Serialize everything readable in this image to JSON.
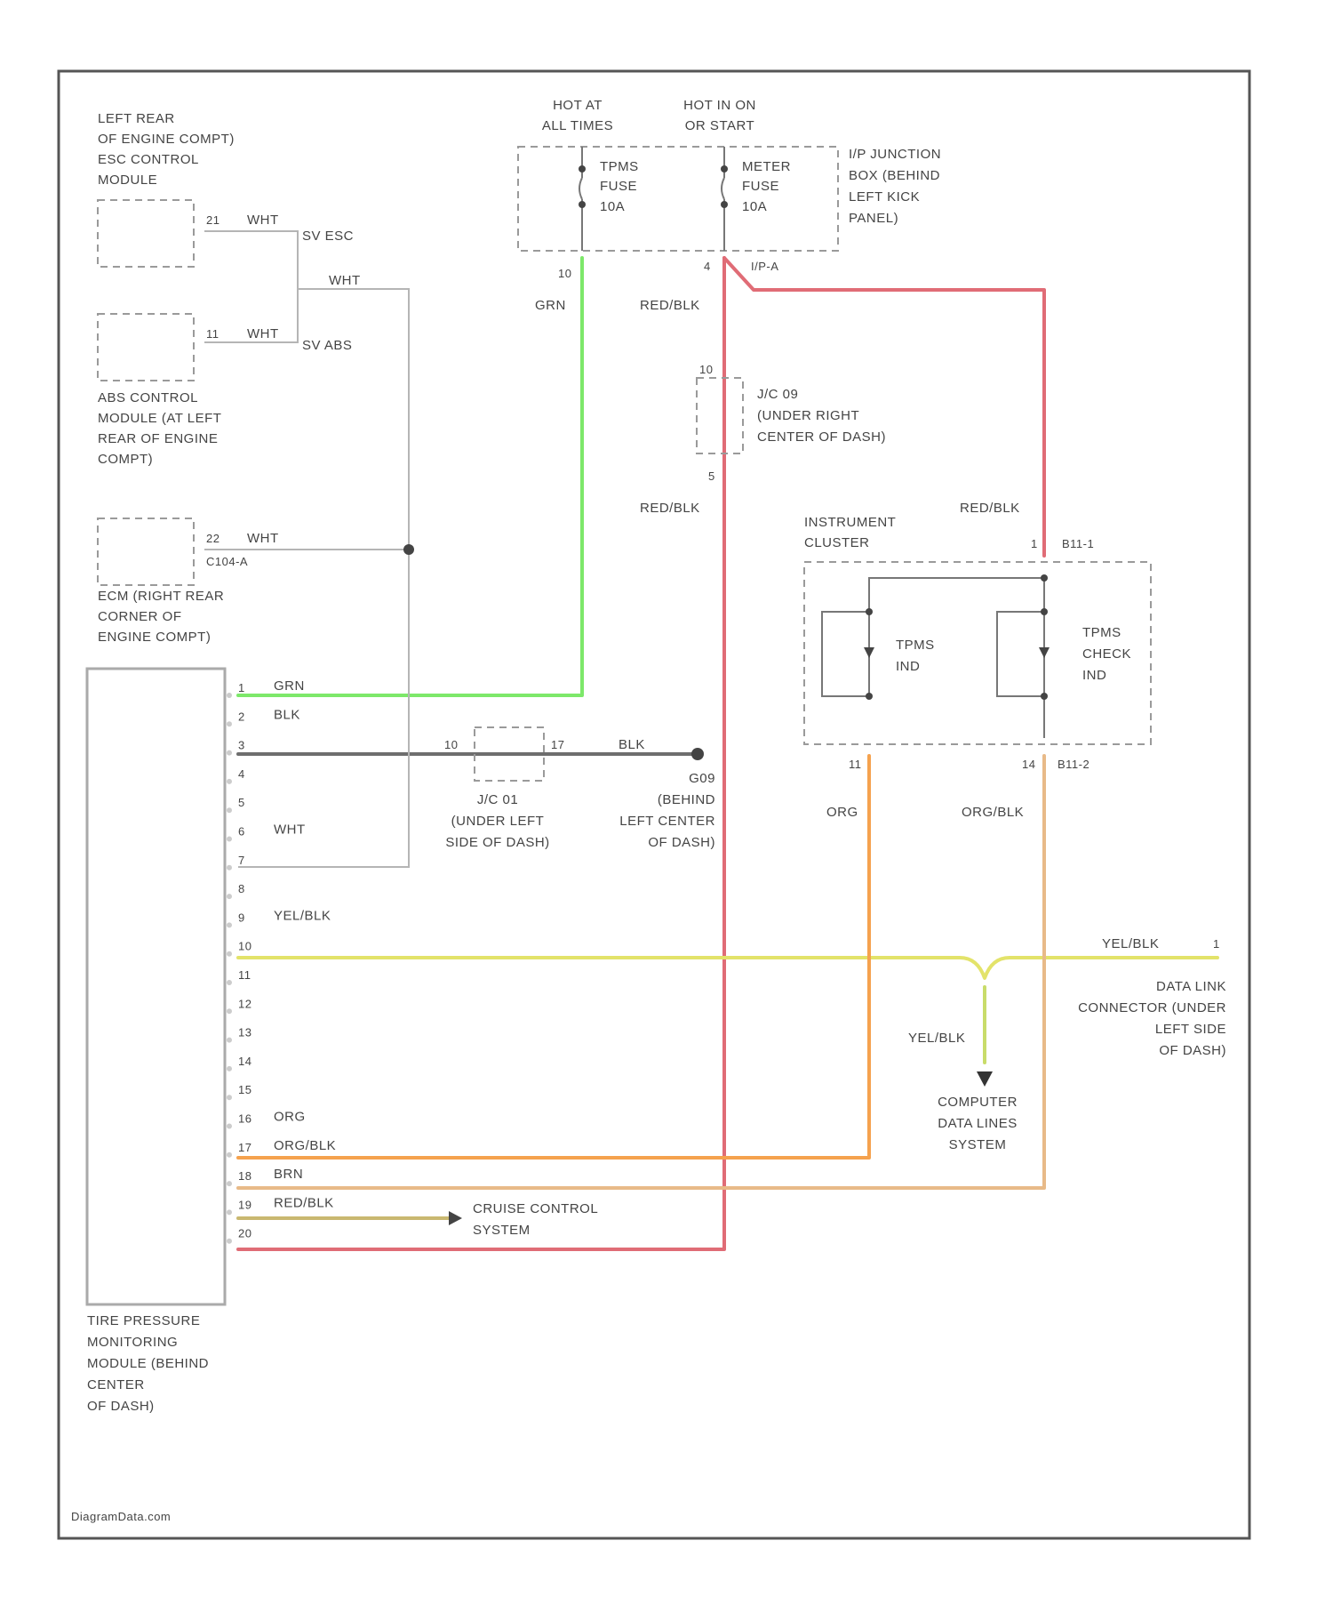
{
  "colors": {
    "background": "#ffffff",
    "grn": "#7de86a",
    "red_blk": "#e06c76",
    "blk": "#6e6e6e",
    "yel_blk": "#e3e36a",
    "org": "#f5a24e",
    "org_blk": "#e8ba88",
    "brn": "#c9b870",
    "wht": "#cfcfcf"
  },
  "header": {
    "hot_at_all_times": [
      "HOT AT",
      "ALL TIMES"
    ],
    "hot_in_on": [
      "HOT IN ON",
      "OR START"
    ]
  },
  "fuses": {
    "tpms": [
      "TPMS",
      "FUSE",
      "10A"
    ],
    "meter": [
      "METER",
      "FUSE",
      "10A"
    ],
    "pin_tpms": "10",
    "pin_meter": "4",
    "connector_meter": "I/P-A"
  },
  "junction_box": [
    "I/P JUNCTION",
    "BOX (BEHIND",
    "LEFT KICK",
    "PANEL)"
  ],
  "wire_labels": {
    "grn_top": "GRN",
    "red_blk_top": "RED/BLK",
    "red_blk_mid": "RED/BLK",
    "red_blk_right": "RED/BLK",
    "org": "ORG",
    "org_blk": "ORG/BLK",
    "yel_blk_right": "YEL/BLK",
    "yel_blk_down": "YEL/BLK",
    "blk_ground": "BLK",
    "wht_top": "WHT",
    "wht_mid": "WHT",
    "wht_low": "WHT"
  },
  "esc_module": {
    "label": [
      "LEFT REAR",
      "OF ENGINE COMPT)",
      "ESC CONTROL",
      "MODULE"
    ],
    "pin": "21",
    "wire": "WHT",
    "signal": "SV ESC"
  },
  "abs_module": {
    "label": [
      "ABS CONTROL",
      "MODULE (AT LEFT",
      "REAR OF ENGINE",
      "COMPT)"
    ],
    "pin": "11",
    "wire": "WHT",
    "signal": "SV ABS"
  },
  "ecm_module": {
    "label": [
      "ECM (RIGHT REAR",
      "CORNER OF",
      "ENGINE COMPT)"
    ],
    "pin": "22",
    "wire": "WHT",
    "connector": "C104-A"
  },
  "jc_on": {
    "label": [
      "J/C 09",
      "(UNDER RIGHT",
      "CENTER OF DASH)"
    ],
    "pin_top": "10",
    "pin_bottom": "5"
  },
  "jc_01": {
    "label": [
      "J/C 01",
      "(UNDER LEFT",
      "SIDE OF DASH)"
    ],
    "pin_left": "10",
    "pin_right": "17"
  },
  "ground": {
    "label": [
      "G09",
      "(BEHIND",
      "LEFT CENTER",
      "OF DASH)"
    ]
  },
  "instrument_cluster": {
    "label": [
      "INSTRUMENT",
      "CLUSTER"
    ],
    "pin_in": "1",
    "connector_in": "B11-1",
    "tpms_ind": [
      "TPMS",
      "IND"
    ],
    "tpms_check_ind": [
      "TPMS",
      "CHECK",
      "IND"
    ],
    "pin_out_left": "11",
    "pin_out_right": "14",
    "connector_out": "B11-2"
  },
  "tpms_module": {
    "label": [
      "TIRE PRESSURE",
      "MONITORING",
      "MODULE (BEHIND",
      "CENTER",
      "OF DASH)"
    ],
    "pins": [
      "1",
      "2",
      "3",
      "4",
      "5",
      "6",
      "7",
      "8",
      "9",
      "10",
      "11",
      "12",
      "13",
      "14",
      "15",
      "16",
      "17",
      "18",
      "19",
      "20"
    ],
    "pin_wires": {
      "1": "GRN",
      "2": "BLK",
      "6": "WHT",
      "9": "YEL/BLK",
      "16": "ORG",
      "17": "ORG/BLK",
      "18": "BRN",
      "19": "RED/BLK"
    }
  },
  "data_link": {
    "label": [
      "DATA LINK",
      "CONNECTOR (UNDER",
      "LEFT SIDE",
      "OF DASH)"
    ],
    "pin": "1"
  },
  "computer_data_lines": [
    "COMPUTER",
    "DATA LINES",
    "SYSTEM"
  ],
  "cruise_control": [
    "CRUISE CONTROL",
    "SYSTEM"
  ],
  "watermark": "DiagramData.com"
}
